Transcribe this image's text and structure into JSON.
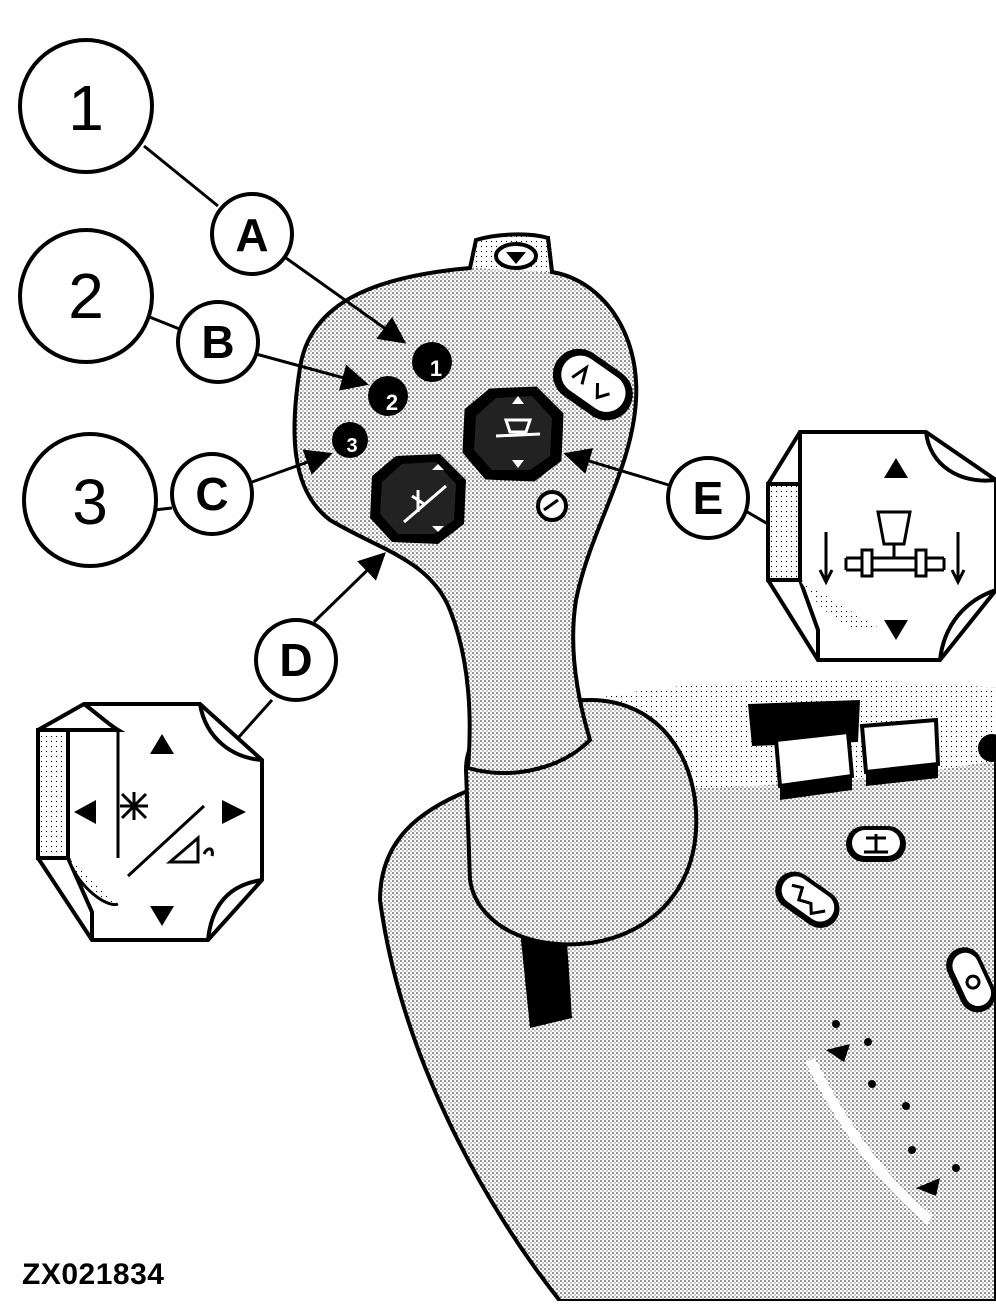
{
  "figure_id": "ZX021834",
  "numbers": [
    "1",
    "2",
    "3"
  ],
  "callouts": {
    "A": "A",
    "B": "B",
    "C": "C",
    "D": "D",
    "E": "E"
  },
  "handle_buttons": {
    "btn1": "1",
    "btn2": "2",
    "btn3": "3"
  }
}
